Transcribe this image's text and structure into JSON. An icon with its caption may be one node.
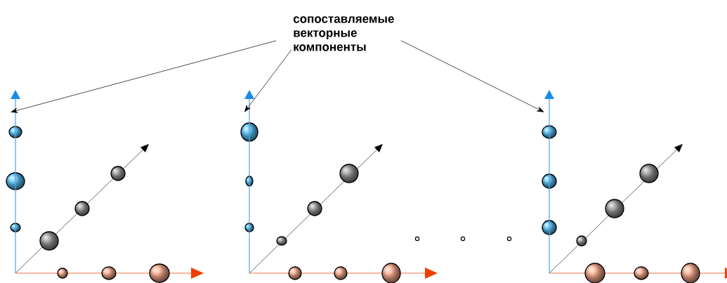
{
  "diagram": {
    "nodes": [
      {
        "text": [
          "сопоставляемые векторные компоненты"
        ]
      },
      {
        "text": [],
        "shape": "arrow"
      },
      {
        "text": [],
        "shape": "arrow"
      },
      {
        "text": [],
        "shape": "arrow"
      }
    ],
    "edges": [
      {
        "from": 0,
        "to": 1,
        "arrow": "to"
      },
      {
        "from": 0,
        "to": 2,
        "arrow": "to"
      },
      {
        "from": 0,
        "to": 3,
        "arrow": "to"
      }
    ]
  }
}
